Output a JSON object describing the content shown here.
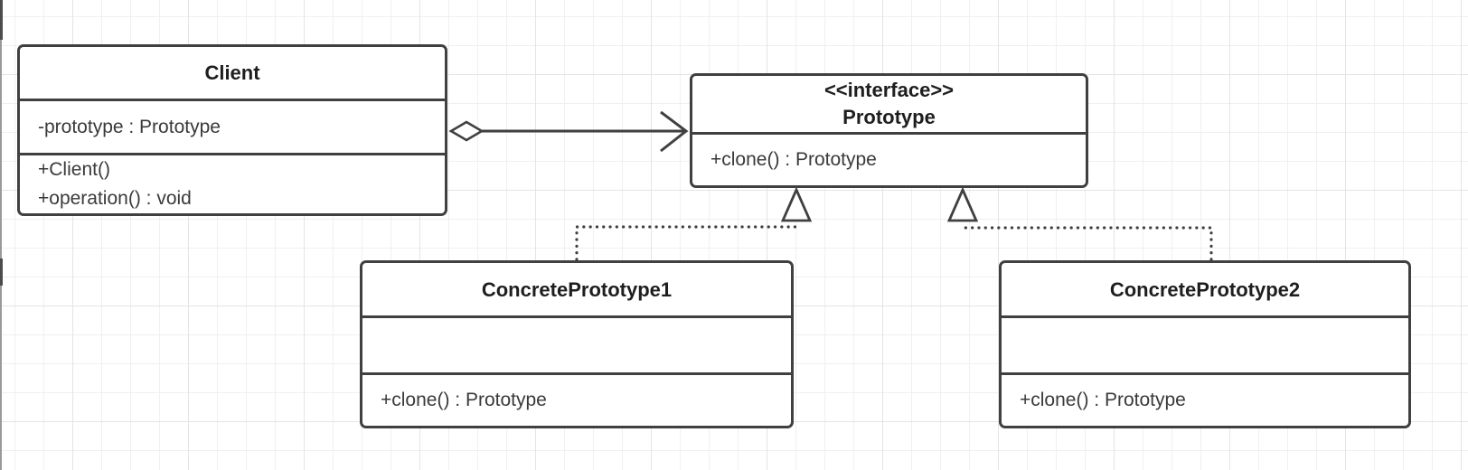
{
  "diagram": {
    "type": "uml-class-diagram",
    "pattern": "Prototype",
    "classes": [
      {
        "id": "client",
        "name": "Client",
        "stereotype": null,
        "attributes": [
          "-prototype : Prototype"
        ],
        "methods": [
          "+Client()",
          "+operation() : void"
        ]
      },
      {
        "id": "prototype",
        "name": "Prototype",
        "stereotype": "<<interface>>",
        "attributes": [],
        "methods": [
          "+clone() : Prototype"
        ]
      },
      {
        "id": "concrete-prototype-1",
        "name": "ConcretePrototype1",
        "stereotype": null,
        "attributes": [],
        "methods": [
          "+clone() : Prototype"
        ]
      },
      {
        "id": "concrete-prototype-2",
        "name": "ConcretePrototype2",
        "stereotype": null,
        "attributes": [],
        "methods": [
          "+clone() : Prototype"
        ]
      }
    ],
    "relationships": [
      {
        "type": "aggregation-association",
        "from": "Client",
        "to": "Prototype",
        "line": "solid",
        "source_marker": "hollow-diamond",
        "target_marker": "open-arrow"
      },
      {
        "type": "realization",
        "from": "ConcretePrototype1",
        "to": "Prototype",
        "line": "dotted",
        "target_marker": "hollow-triangle"
      },
      {
        "type": "realization",
        "from": "ConcretePrototype2",
        "to": "Prototype",
        "line": "dotted",
        "target_marker": "hollow-triangle"
      }
    ],
    "colors": {
      "stroke": "#404040",
      "shape_fill": "#ffffff",
      "title_text": "#1e1e1e",
      "member_text": "#3a3a3a",
      "grid_minor": "#f0f0f0",
      "grid_major": "#e4e4e4",
      "background": "#ffffff"
    }
  }
}
